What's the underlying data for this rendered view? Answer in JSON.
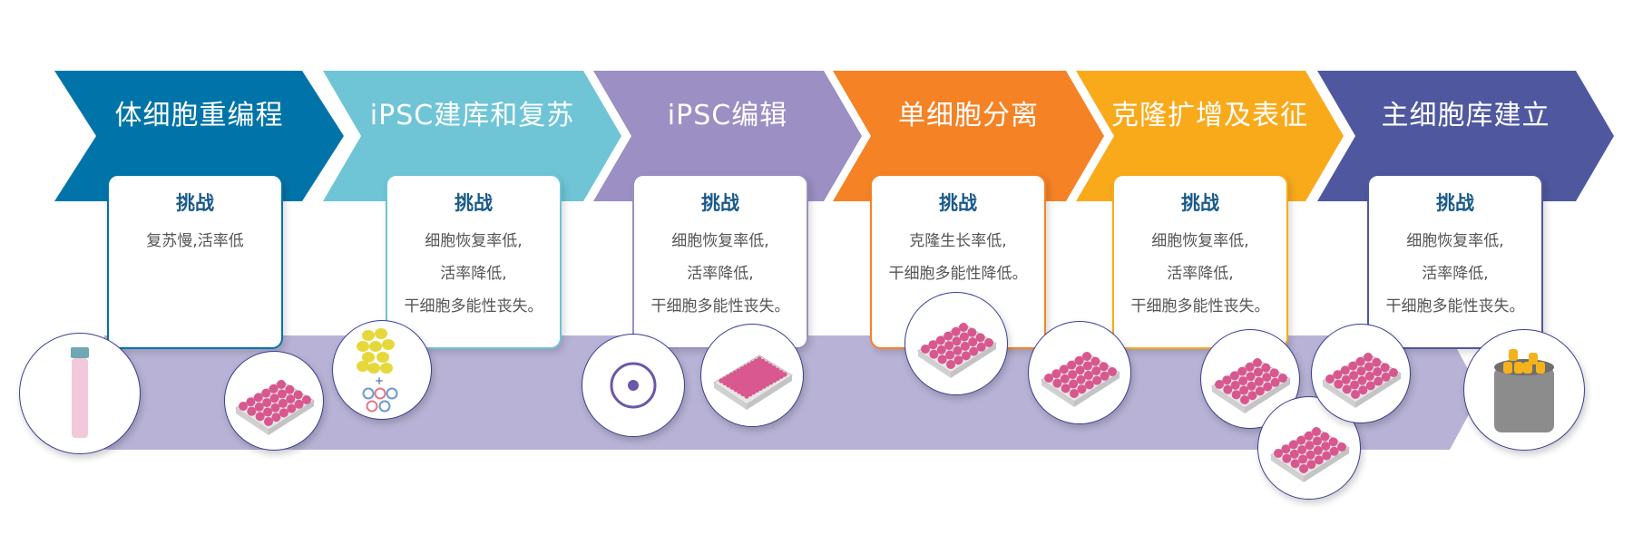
{
  "stages": [
    {
      "title": "体细胞重编程",
      "color": "#0074a8",
      "challenge_label": "挑战",
      "lines": [
        "复苏慢,活率低"
      ]
    },
    {
      "title": "iPSC建库和复苏",
      "color": "#6fc5d6",
      "challenge_label": "挑战",
      "lines": [
        "细胞恢复率低,",
        "活率降低,",
        "干细胞多能性丧失。"
      ]
    },
    {
      "title": "iPSC编辑",
      "color": "#9b8fc3",
      "challenge_label": "挑战",
      "lines": [
        "细胞恢复率低,",
        "活率降低,",
        "干细胞多能性丧失。"
      ]
    },
    {
      "title": "单细胞分离",
      "color": "#f58225",
      "challenge_label": "挑战",
      "lines": [
        "克隆生长率低,",
        "干细胞多能性降低。"
      ]
    },
    {
      "title": "克隆扩增及表征",
      "color": "#f9aa1b",
      "challenge_label": "挑战",
      "lines": [
        "细胞恢复率低,",
        "活率降低,",
        "干细胞多能性丧失。"
      ]
    },
    {
      "title": "主细胞库建立",
      "color": "#4f589f",
      "challenge_label": "挑战",
      "lines": [
        "细胞恢复率低,",
        "活率降低,",
        "干细胞多能性丧失。"
      ]
    }
  ],
  "band_color": "#b8b3d6",
  "icons": [
    "cryovial-icon",
    "well-plate-icon",
    "cells-icon",
    "single-cell-icon",
    "96-well-plate-icon",
    "well-plate-icon",
    "well-plate-icon",
    "well-plate-icon",
    "well-plate-icon",
    "well-plate-icon",
    "cryo-tank-icon"
  ]
}
